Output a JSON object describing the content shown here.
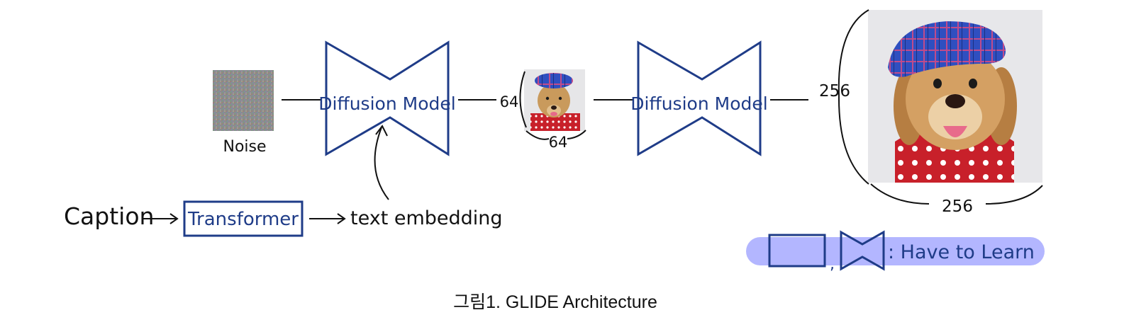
{
  "diagram": {
    "noise_label": "Noise",
    "diffusion_model_1": "Diffusion Model",
    "diffusion_model_2": "Diffusion Model",
    "small_image_height": "64",
    "small_image_width": "64",
    "large_image_height": "256",
    "large_image_width": "256",
    "caption_label": "Caption",
    "transformer_label": "Transformer",
    "text_embedding_label": "text embedding",
    "legend_separator": ",",
    "legend_text": ": Have to Learn",
    "figure_caption": "그림1. GLIDE Architecture"
  },
  "colors": {
    "model_blue": "#1f3c88",
    "legend_highlight": "#b3b6ff",
    "ink": "#111111"
  }
}
